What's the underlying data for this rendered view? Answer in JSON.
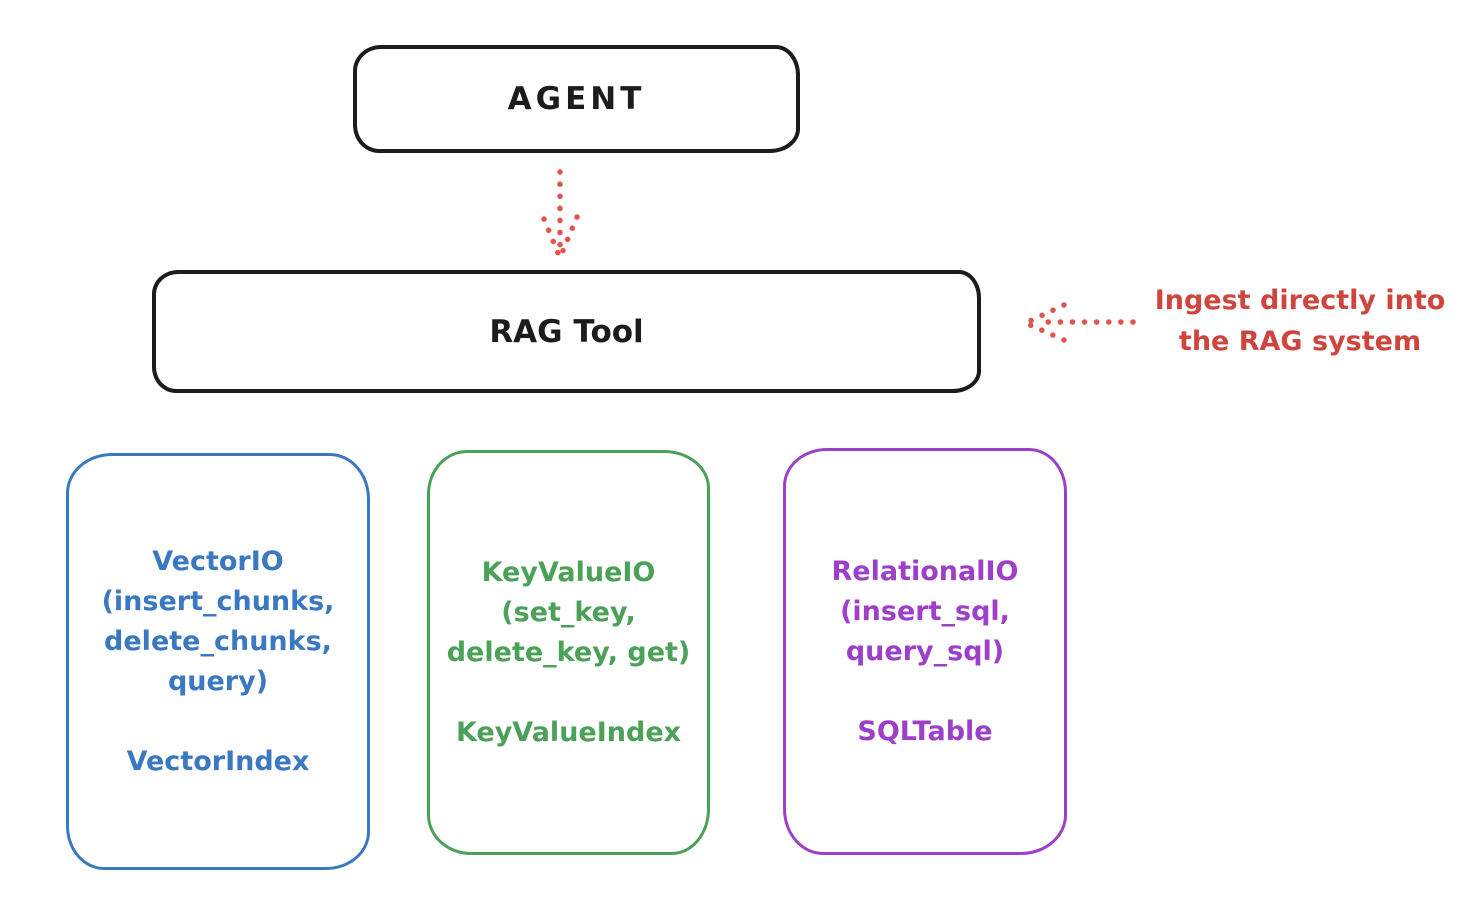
{
  "agent_box": {
    "label": "AGENT"
  },
  "rag_tool_box": {
    "label": "RAG Tool"
  },
  "annotation": {
    "lines": [
      "Ingest directly into",
      "the RAG system"
    ]
  },
  "storage_boxes": [
    {
      "title_lines": [
        "VectorIO",
        "(insert_chunks,",
        "delete_chunks,",
        "query)"
      ],
      "index_label": "VectorIndex",
      "color": "#3b78c2"
    },
    {
      "title_lines": [
        "KeyValueIO",
        "(set_key,",
        "delete_key, get)"
      ],
      "index_label": "KeyValueIndex",
      "color": "#4aa157"
    },
    {
      "title_lines": [
        "RelationalIO",
        "(insert_sql,",
        "query_sql)"
      ],
      "index_label": "SQLTable",
      "color": "#9e3fc9"
    }
  ],
  "colors": {
    "box_stroke": "#1c1c1c",
    "arrow_red": "#e0564e",
    "annotation_red": "#ce453d",
    "background": "#ffffff"
  }
}
